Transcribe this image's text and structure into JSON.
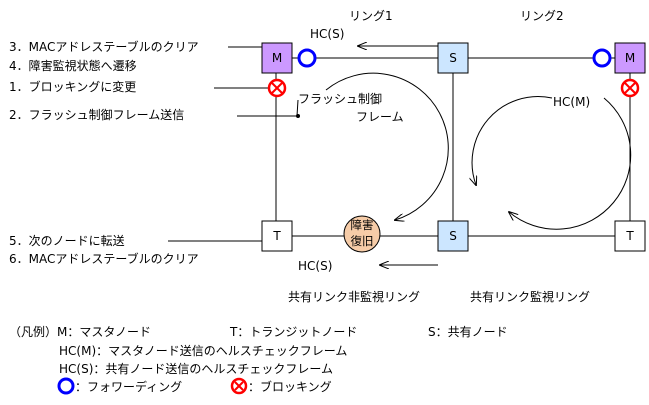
{
  "rings": {
    "ring1": "リング1",
    "ring2": "リング2"
  },
  "nodes": {
    "master": "M",
    "shared": "S",
    "transit": "T",
    "recovery_line1": "障害",
    "recovery_line2": "復旧"
  },
  "messages": {
    "hc_shared_top": "HC(S)",
    "hc_shared_bottom": "HC(S)",
    "hc_master": "HC(M)",
    "flush_line1": "フラッシュ制御",
    "flush_line2": "フレーム"
  },
  "steps": {
    "s3": "3．MACアドレステーブルのクリア",
    "s4": "4．障害監視状態へ遷移",
    "s1": "1．ブロッキングに変更",
    "s2": "2．フラッシュ制御フレーム送信",
    "s5": "5．次のノードに転送",
    "s6": "6．MACアドレステーブルのクリア"
  },
  "ring_labels": {
    "non_monitor": "共有リンク非監視リング",
    "monitor": "共有リンク監視リング"
  },
  "legend": {
    "line1_a": "（凡例）M：マスタノード",
    "line1_b": "T：トランジットノード",
    "line1_c": "S：共有ノード",
    "line2": "HC(M)：マスタノード送信のヘルスチェックフレーム",
    "line3": "HC(S)：共有ノード送信のヘルスチェックフレーム",
    "forwarding": "：フォワーディング",
    "blocking": "：ブロッキング"
  },
  "colors": {
    "master_fill": "#cc99ff",
    "shared_fill": "#cce6ff",
    "recovery_fill": "#f6cca8",
    "forwarding_ring": "#0000ff",
    "blocking_ring": "#ff0000"
  }
}
